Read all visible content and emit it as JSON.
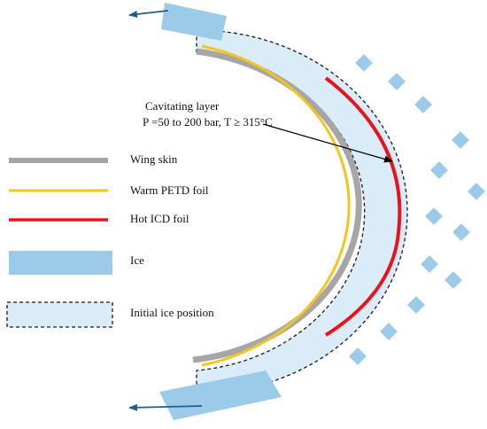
{
  "annotation": {
    "line1": "Cavitating layer",
    "line2": "P =50 to 200 bar, T ≥ 315°C"
  },
  "legend": [
    {
      "key": "wing_skin",
      "label": "Wing skin",
      "color": "#a6a6a6"
    },
    {
      "key": "petd",
      "label": "Warm PETD foil",
      "color": "#f5c518"
    },
    {
      "key": "icd",
      "label": "Hot ICD foil",
      "color": "#e8141c"
    },
    {
      "key": "ice",
      "label": "Ice",
      "color": "#9ccbea"
    },
    {
      "key": "initial_ice",
      "label": "Initial ice position",
      "color": "#d9ecf8"
    }
  ],
  "colors": {
    "ice": "#9ccbea",
    "ice_light": "#d9ecf8",
    "arrow": "#1f5f8b",
    "debris": "#9ccbea"
  }
}
